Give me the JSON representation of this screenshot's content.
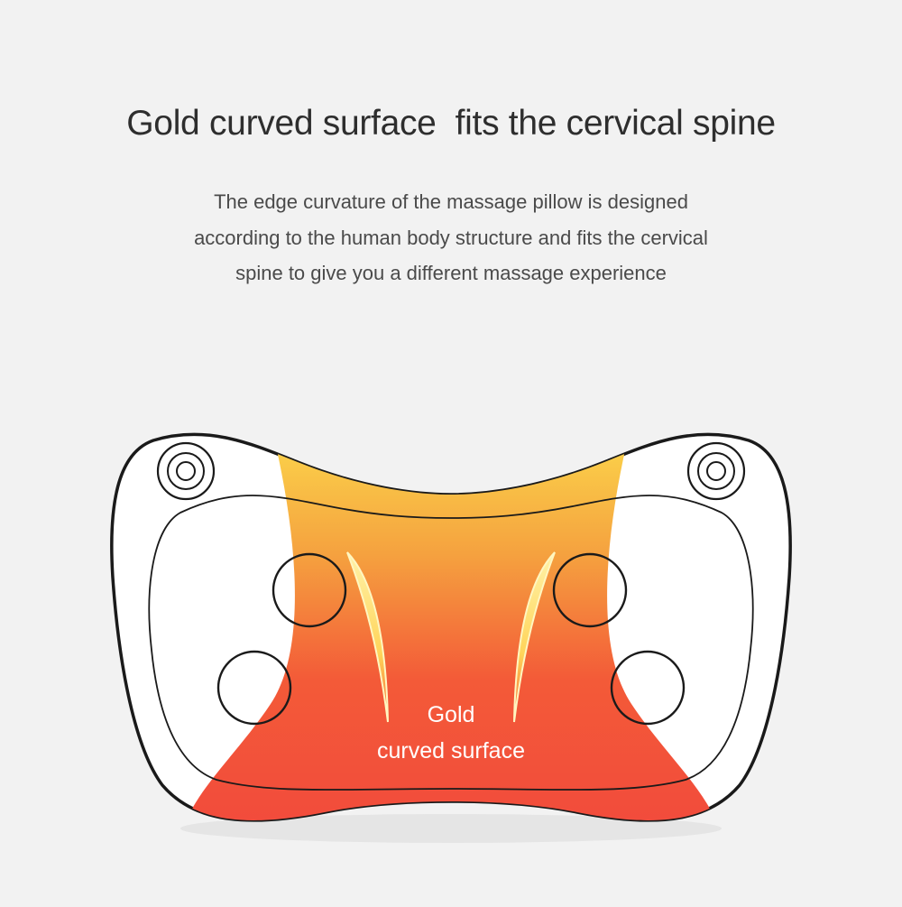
{
  "headline": "Gold curved surface  fits the cervical spine",
  "description": {
    "line1": "The edge curvature of the massage pillow is designed",
    "line2": "according to the human body structure and fits the cervical",
    "line3": "spine to give you a different massage experience"
  },
  "pillow": {
    "label_line1": "Gold",
    "label_line2": "curved surface",
    "colors": {
      "gradient_top": "#fbd24a",
      "gradient_mid": "#f59a3e",
      "gradient_bottom": "#f2473a",
      "outline": "#1a1a1a",
      "body": "#ffffff",
      "background": "#f2f2f2"
    }
  }
}
